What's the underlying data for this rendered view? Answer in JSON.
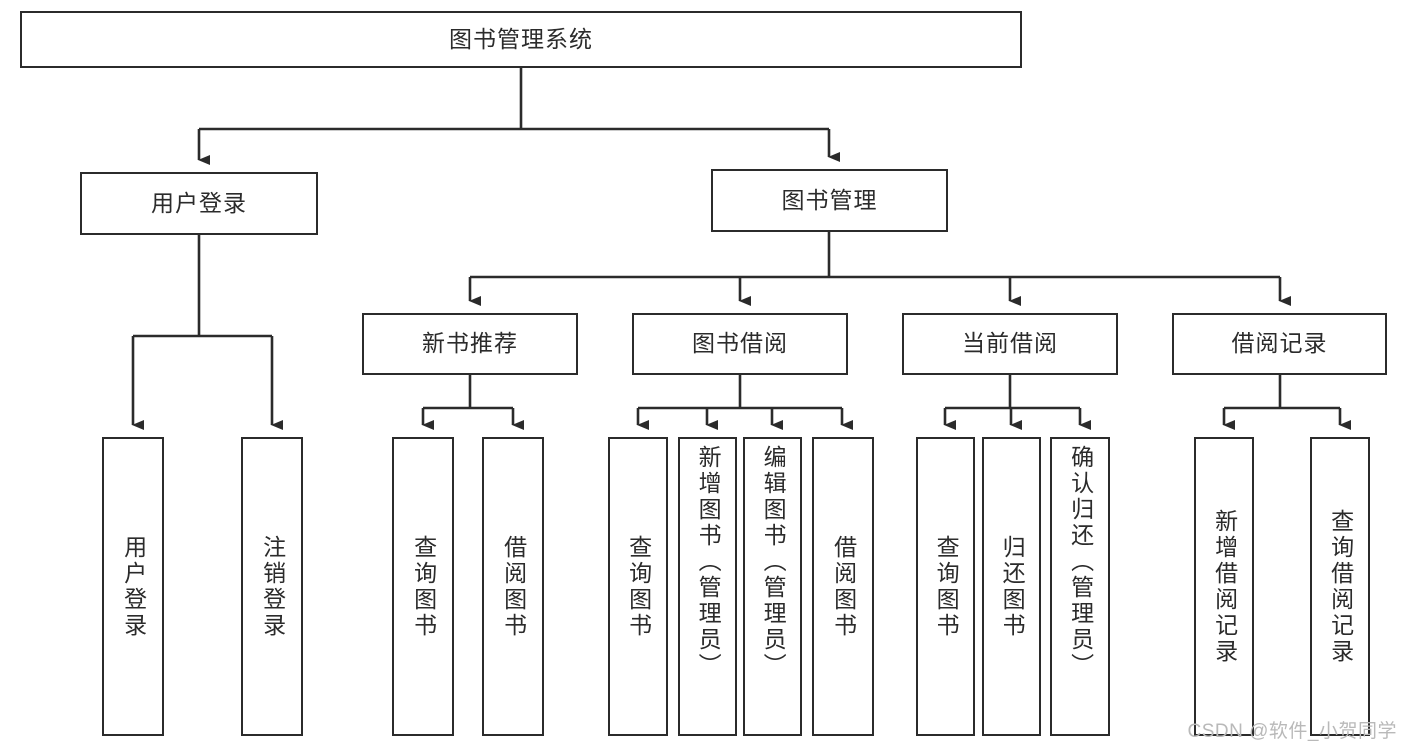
{
  "diagram": {
    "title_node": {
      "label": "图书管理系统"
    },
    "level2": [
      {
        "label": "用户登录"
      },
      {
        "label": "图书管理"
      }
    ],
    "level3": [
      {
        "label": "新书推荐"
      },
      {
        "label": "图书借阅"
      },
      {
        "label": "当前借阅"
      },
      {
        "label": "借阅记录"
      }
    ],
    "leaves": {
      "user_login": [
        {
          "label": "用户登录"
        },
        {
          "label": "注销登录"
        }
      ],
      "new_book_recommend": [
        {
          "label": "查询图书"
        },
        {
          "label": "借阅图书"
        }
      ],
      "book_borrow": [
        {
          "label": "查询图书"
        },
        {
          "label": "新增图书（管理员）"
        },
        {
          "label": "编辑图书（管理员）"
        },
        {
          "label": "借阅图书"
        }
      ],
      "current_borrow": [
        {
          "label": "查询图书"
        },
        {
          "label": "归还图书"
        },
        {
          "label": "确认归还（管理员）"
        }
      ],
      "borrow_record": [
        {
          "label": "新增借阅记录"
        },
        {
          "label": "查询借阅记录"
        }
      ]
    }
  },
  "watermark": {
    "text": "CSDN @软件_小贺同学"
  },
  "colors": {
    "stroke": "#2b2b2b",
    "fill": "#ffffff",
    "watermark": "#b9b9b9"
  }
}
